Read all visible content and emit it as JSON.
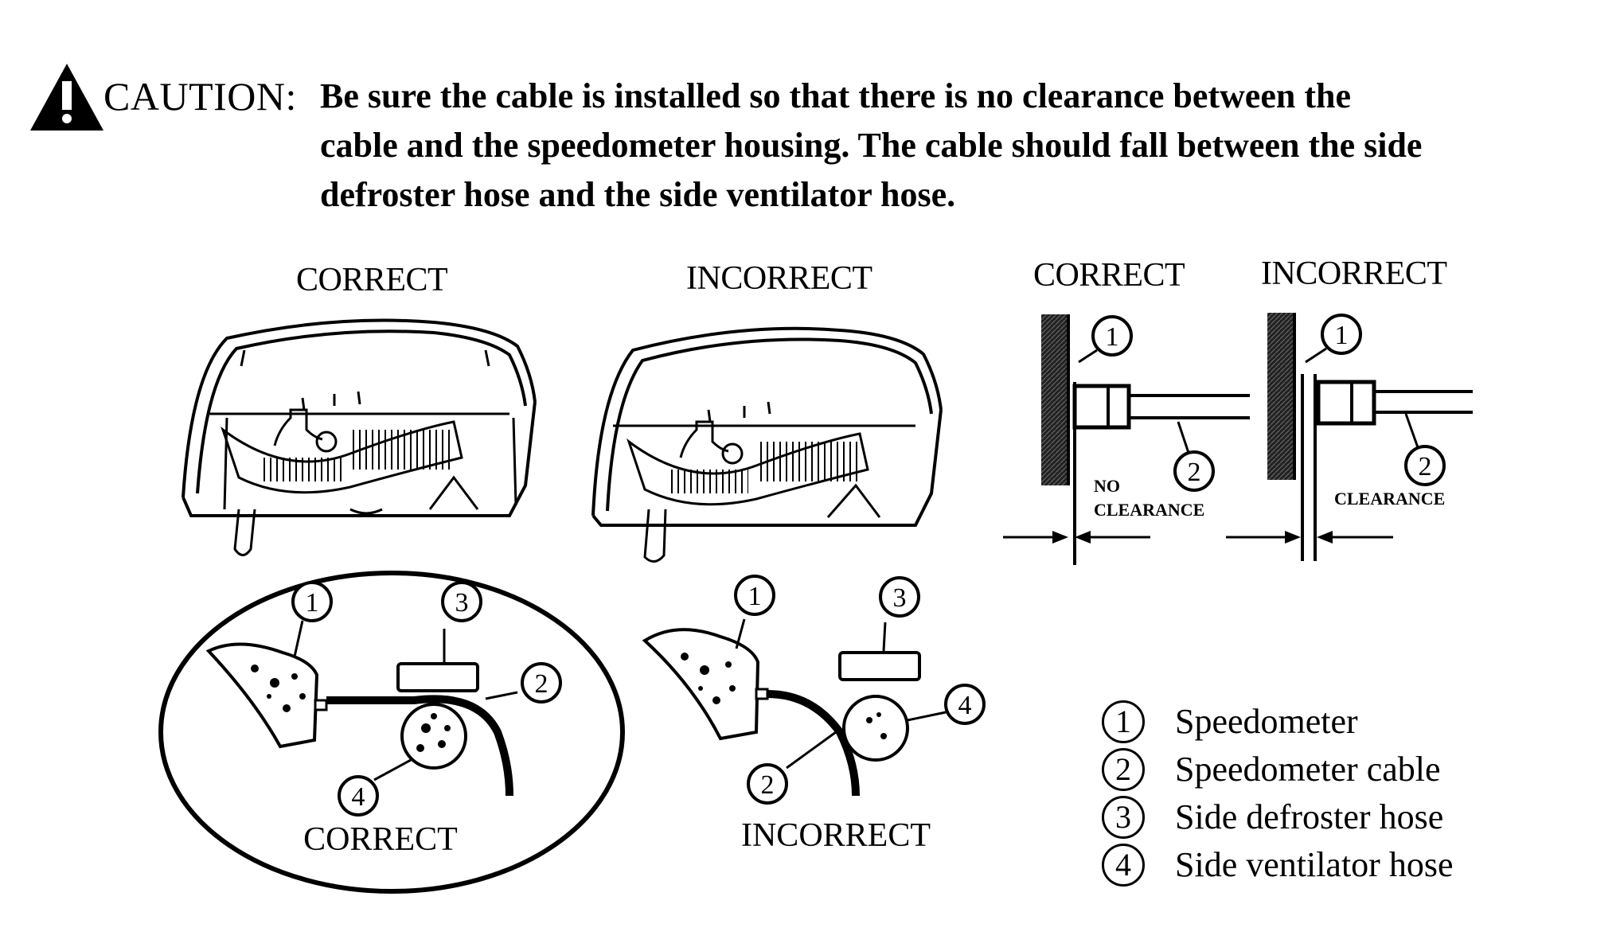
{
  "caution": {
    "label": "CAUTION:",
    "lines": [
      "Be sure the cable is installed so that there is no clearance between the",
      "cable and the speedometer housing.  The cable should fall between the side",
      "defroster hose and the side ventilator hose."
    ]
  },
  "panels": {
    "dash_correct": "CORRECT",
    "dash_incorrect": "INCORRECT",
    "side_correct": "CORRECT",
    "side_incorrect": "INCORRECT",
    "detail_correct": "CORRECT",
    "detail_incorrect": "INCORRECT"
  },
  "clearance": {
    "no_clearance_line1": "NO",
    "no_clearance_line2": "CLEARANCE",
    "clearance": "CLEARANCE"
  },
  "callouts": {
    "n1": "1",
    "n2": "2",
    "n3": "3",
    "n4": "4"
  },
  "legend": [
    {
      "num": "1",
      "text": "Speedometer"
    },
    {
      "num": "2",
      "text": "Speedometer cable"
    },
    {
      "num": "3",
      "text": "Side defroster hose"
    },
    {
      "num": "4",
      "text": "Side ventilator hose"
    }
  ],
  "icons": {
    "warning": "warning-triangle-icon"
  }
}
